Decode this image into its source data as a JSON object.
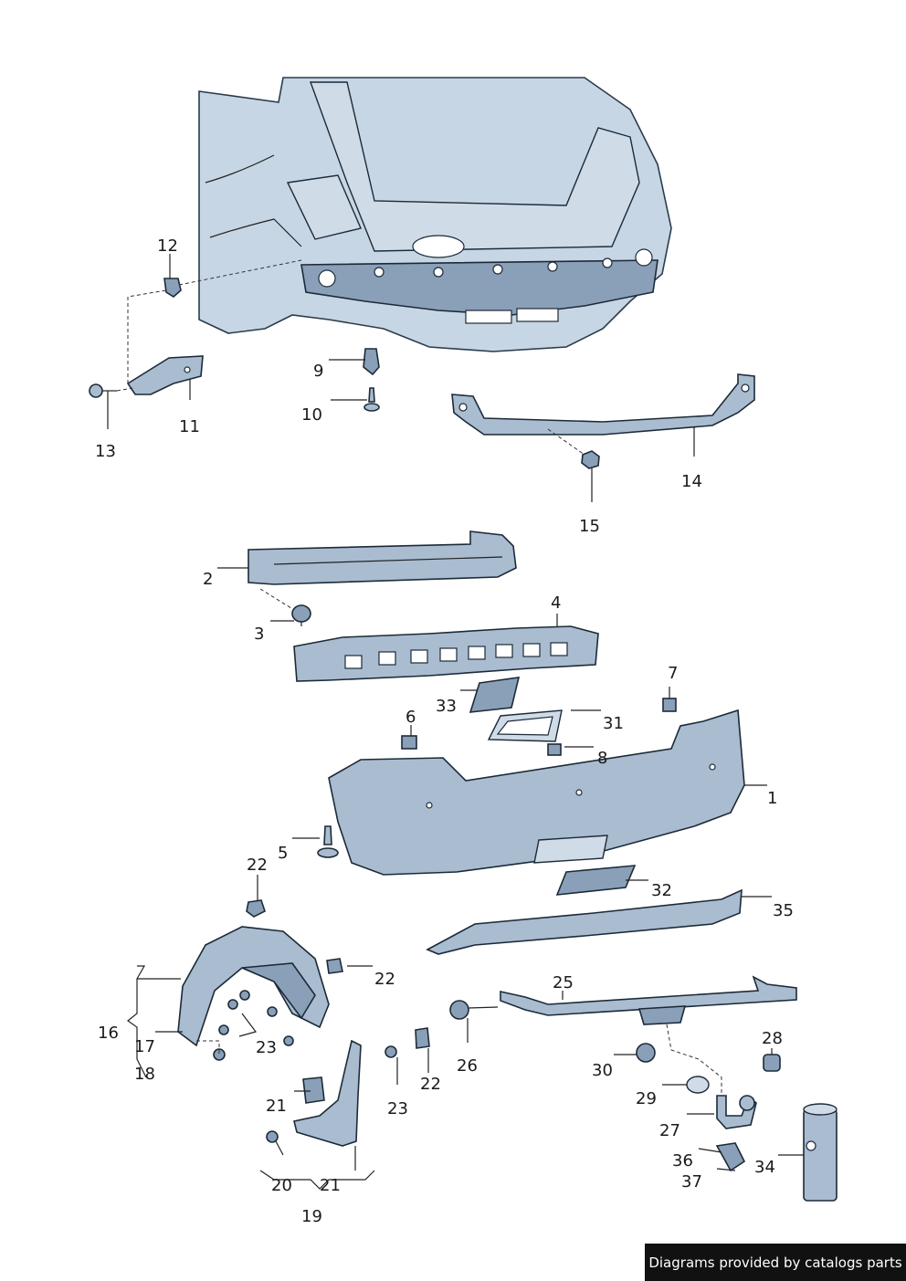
{
  "labels": {
    "l1": "1",
    "l2": "2",
    "l3": "3",
    "l4": "4",
    "l5": "5",
    "l6": "6",
    "l7": "7",
    "l8": "8",
    "l9": "9",
    "l10": "10",
    "l11": "11",
    "l12": "12",
    "l13": "13",
    "l14": "14",
    "l15": "15",
    "l16": "16",
    "l17": "17",
    "l18": "18",
    "l19": "19",
    "l20": "20",
    "l21a": "21",
    "l21b": "21",
    "l22a": "22",
    "l22b": "22",
    "l22c": "22",
    "l23a": "23",
    "l23b": "23",
    "l25": "25",
    "l26": "26",
    "l27": "27",
    "l28": "28",
    "l29": "29",
    "l30": "30",
    "l31": "31",
    "l32": "32",
    "l33": "33",
    "l34": "34",
    "l35": "35",
    "l36": "36",
    "l37": "37"
  },
  "footer": {
    "text": "Diagrams provided by catalogs parts"
  },
  "colors": {
    "part": "#a9bcd0",
    "outline": "#1c2a38",
    "footer_bg": "#111111"
  }
}
